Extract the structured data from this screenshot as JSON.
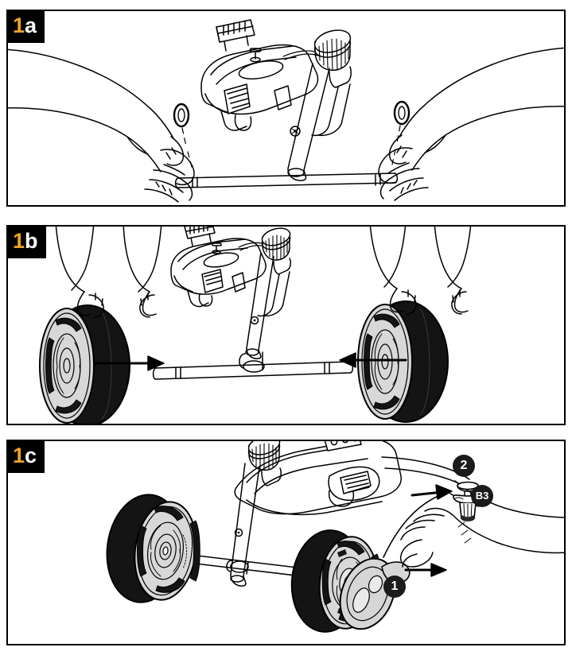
{
  "document": {
    "type": "assembly-instruction-sheet",
    "panel_count": 3,
    "background_color": "#ffffff",
    "border_color": "#000000"
  },
  "panels": [
    {
      "id": "1a",
      "label_number": "1",
      "label_letter": "a",
      "caption": "",
      "description": "Two hands slide retaining rings onto each end of the axle tube beneath the machine body",
      "parts": [
        {
          "name": "machine-body",
          "kind": "housing"
        },
        {
          "name": "axle-tube",
          "kind": "tube"
        },
        {
          "name": "retaining-ring-left",
          "kind": "ring"
        },
        {
          "name": "retaining-ring-right",
          "kind": "ring"
        },
        {
          "name": "hand-left",
          "kind": "hand"
        },
        {
          "name": "hand-right",
          "kind": "hand"
        },
        {
          "name": "adjustment-knob",
          "kind": "knob"
        },
        {
          "name": "handle-post",
          "kind": "post"
        }
      ]
    },
    {
      "id": "1b",
      "label_number": "1",
      "label_letter": "b",
      "caption": "",
      "description": "Hands push a wheel onto each end of the axle; arrows indicate the inward push direction",
      "parts": [
        {
          "name": "wheel-left",
          "kind": "wheel"
        },
        {
          "name": "wheel-right",
          "kind": "wheel"
        },
        {
          "name": "axle-tube",
          "kind": "tube"
        },
        {
          "name": "arrow-left",
          "kind": "arrow",
          "direction": "right"
        },
        {
          "name": "arrow-right",
          "kind": "arrow",
          "direction": "left"
        },
        {
          "name": "hand-left",
          "kind": "hand"
        },
        {
          "name": "hand-right",
          "kind": "hand"
        }
      ]
    },
    {
      "id": "1c",
      "label_number": "1",
      "label_letter": "c",
      "caption": "",
      "description": "Hub cap is pulled off the wheel (step 1) and a push-pin fastener B3 is inserted (step 2)",
      "parts": [
        {
          "name": "wheel-left",
          "kind": "wheel"
        },
        {
          "name": "wheel-right",
          "kind": "wheel"
        },
        {
          "name": "hub-cap",
          "kind": "cover"
        },
        {
          "name": "axle-tube",
          "kind": "tube"
        },
        {
          "name": "machine-body",
          "kind": "housing"
        },
        {
          "name": "push-pin-fastener",
          "kind": "fastener"
        },
        {
          "name": "hand-right",
          "kind": "hand"
        }
      ],
      "callouts": [
        {
          "id": "step-1",
          "label": "1",
          "type": "step",
          "color": "#1b1b1b"
        },
        {
          "id": "step-2",
          "label": "2",
          "type": "step",
          "color": "#1b1b1b"
        },
        {
          "id": "part-b3",
          "label": "B3",
          "type": "part",
          "color": "#1b1b1b"
        }
      ],
      "arrows": [
        {
          "name": "pull-arrow",
          "direction": "right"
        },
        {
          "name": "insert-arrow",
          "direction": "right"
        }
      ]
    }
  ],
  "colors": {
    "tab_background": "#000000",
    "tab_number": "#f0a32a",
    "tab_letter": "#ffffff",
    "line": "#000000",
    "tire": "#141414",
    "hub": "#d6d6d6",
    "hubcap": "#d0d0d0",
    "badge": "#1b1b1b",
    "badge_text": "#ffffff"
  }
}
